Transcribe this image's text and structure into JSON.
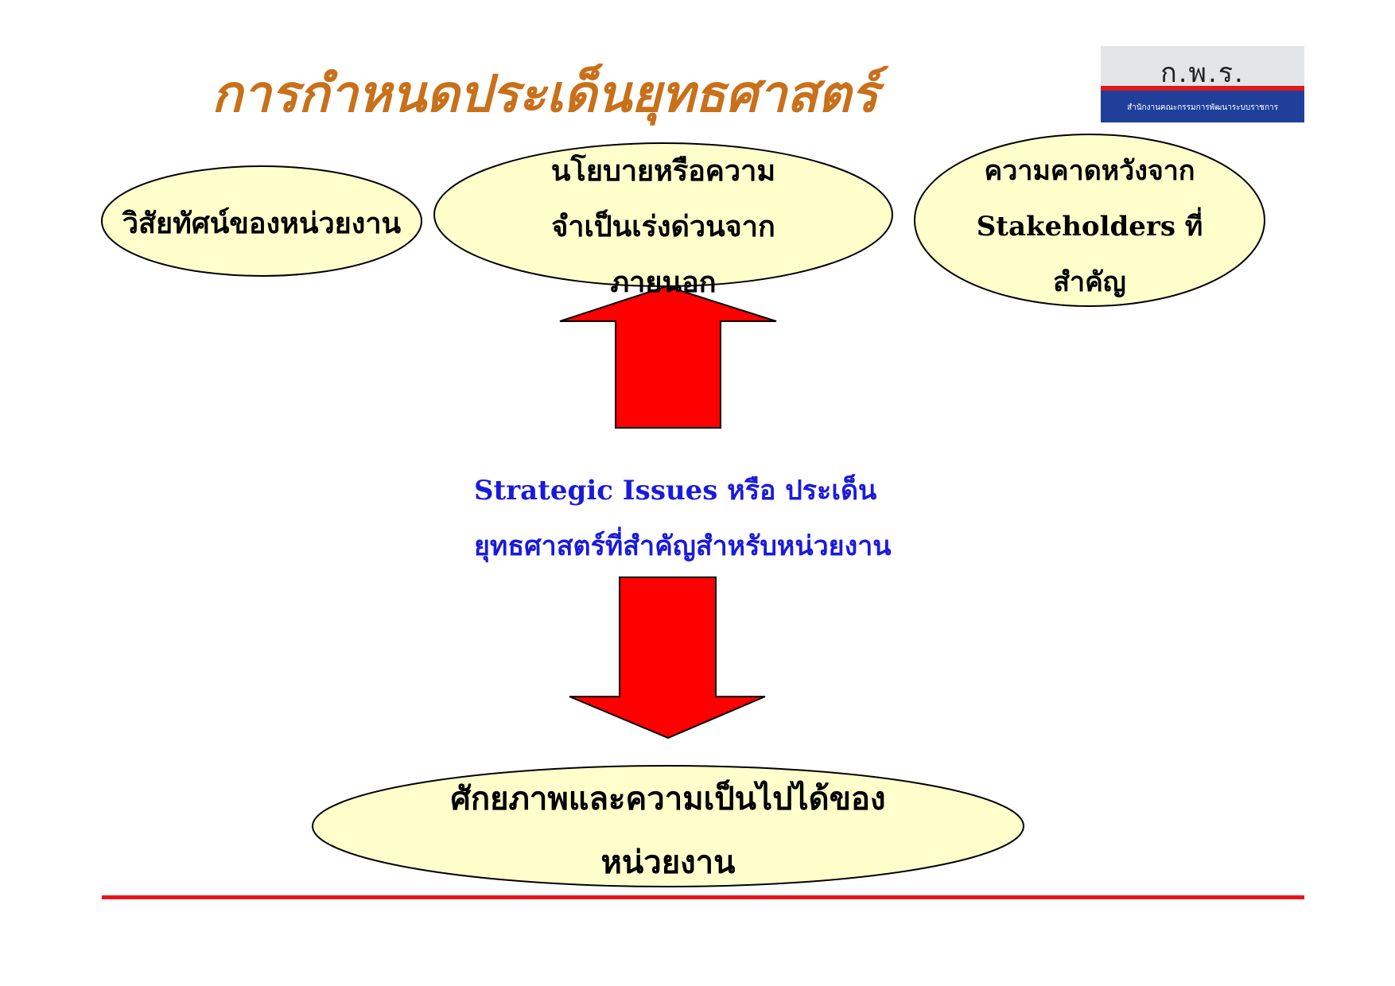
{
  "title": "การกำหนดประเด็นยุทธศาสตร์",
  "logo": {
    "text": "ก.พ.ร.",
    "subtitle": "สำนักงานคณะกรรมการพัฒนาระบบราชการ"
  },
  "ovals": {
    "vision": "วิสัยทัศน์ของหน่วยงาน",
    "policy": [
      "นโยบายหรือความ",
      "จำเป็นเร่งด่วนจาก",
      "ภายนอก"
    ],
    "stakeholders": [
      "ความคาดหวังจาก",
      "Stakeholders ที่",
      "สำคัญ"
    ],
    "capability": [
      "ศักยภาพและความเป็นไปได้ของ",
      "หน่วยงาน"
    ]
  },
  "center_text": [
    "Strategic Issues หรือ ประเด็น",
    "ยุทธศาสตร์ที่สำคัญสำหรับหน่วยงาน"
  ],
  "colors": {
    "title": "#c8701a",
    "oval_fill": "#ffffcc",
    "arrow": "#ff0000",
    "center_text": "#1a1adc",
    "rule": "#e8141a"
  }
}
